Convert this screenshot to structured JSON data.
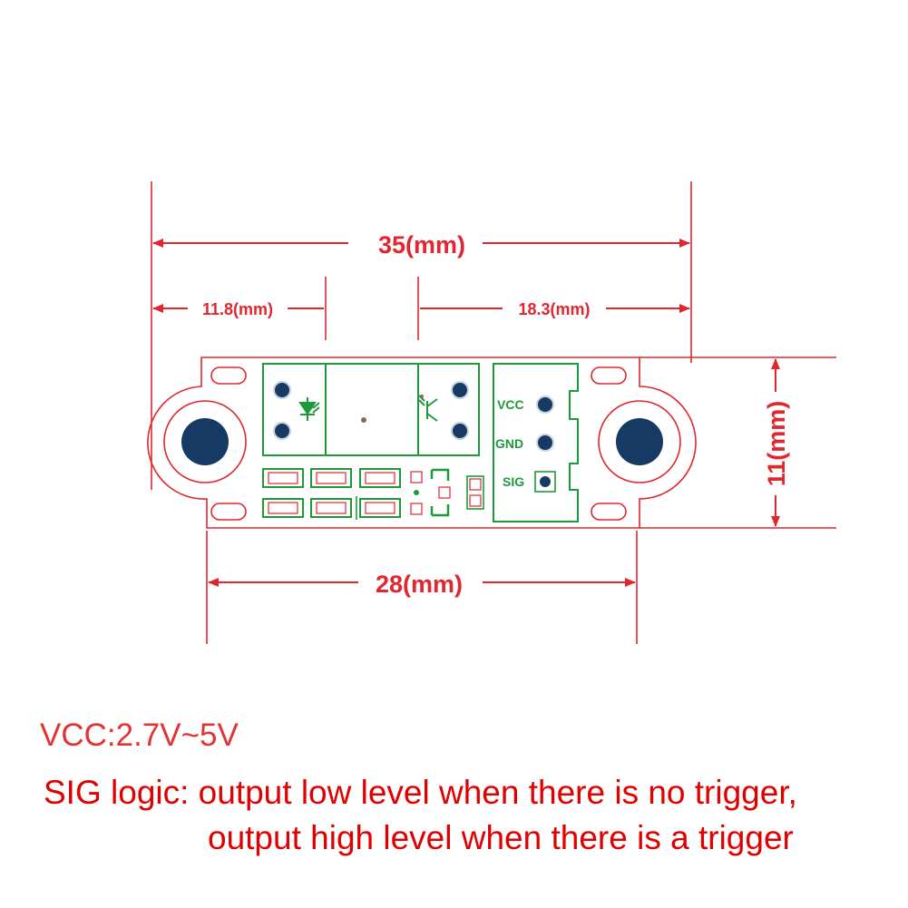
{
  "dimensions": {
    "overall_length": "35(mm)",
    "left_offset": "11.8(mm)",
    "right_offset": "18.3(mm)",
    "board_width": "11(mm)",
    "hole_spacing": "28(mm)"
  },
  "pins": {
    "vcc": "VCC",
    "gnd": "GND",
    "sig": "SIG"
  },
  "notes": {
    "vcc_range": "VCC:2.7V~5V",
    "sig_logic_line1": "SIG logic: output low level when there is no trigger,",
    "sig_logic_line2": "output high level when there is a trigger"
  },
  "colors": {
    "dimension_red": "#e0262f",
    "pcb_green": "#1e9a3b",
    "hole_navy": "#163a63",
    "note_red": "#e10000"
  }
}
